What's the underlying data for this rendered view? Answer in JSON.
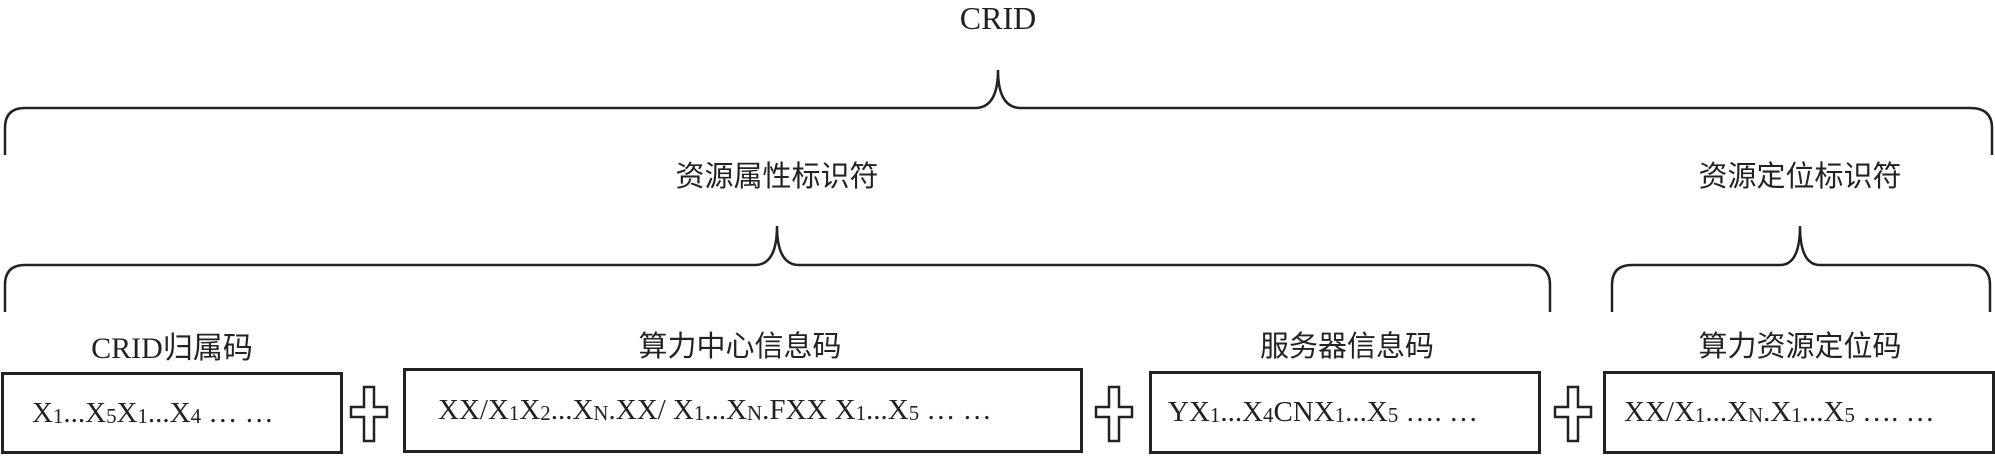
{
  "root": {
    "label": "CRID"
  },
  "groups": [
    {
      "label": "资源属性标识符"
    },
    {
      "label": "资源定位标识符"
    }
  ],
  "fields": [
    {
      "label": "CRID归属码",
      "code": [
        [
          "X",
          "1"
        ],
        [
          "...X",
          "5"
        ],
        [
          "X",
          "1"
        ],
        [
          "...X",
          "4"
        ],
        [
          " … …",
          ""
        ]
      ]
    },
    {
      "label": "算力中心信息码",
      "code": [
        [
          "XX/X",
          "1"
        ],
        [
          "X",
          "2"
        ],
        [
          "...X",
          "N"
        ],
        [
          ".XX/ X",
          "1"
        ],
        [
          "...X",
          "N"
        ],
        [
          ".FXX X",
          "1"
        ],
        [
          "...X",
          "5"
        ],
        [
          " … …",
          ""
        ]
      ]
    },
    {
      "label": "服务器信息码",
      "code": [
        [
          "YX",
          "1"
        ],
        [
          "...X",
          "4"
        ],
        [
          "CNX",
          "1"
        ],
        [
          "...X",
          "5"
        ],
        [
          " …. …",
          ""
        ]
      ]
    },
    {
      "label": "算力资源定位码",
      "code": [
        [
          "XX/X",
          "1"
        ],
        [
          "...X",
          "N"
        ],
        [
          ".X",
          "1"
        ],
        [
          "...X",
          "5"
        ],
        [
          " …. …",
          ""
        ]
      ]
    }
  ],
  "operator": "plus"
}
